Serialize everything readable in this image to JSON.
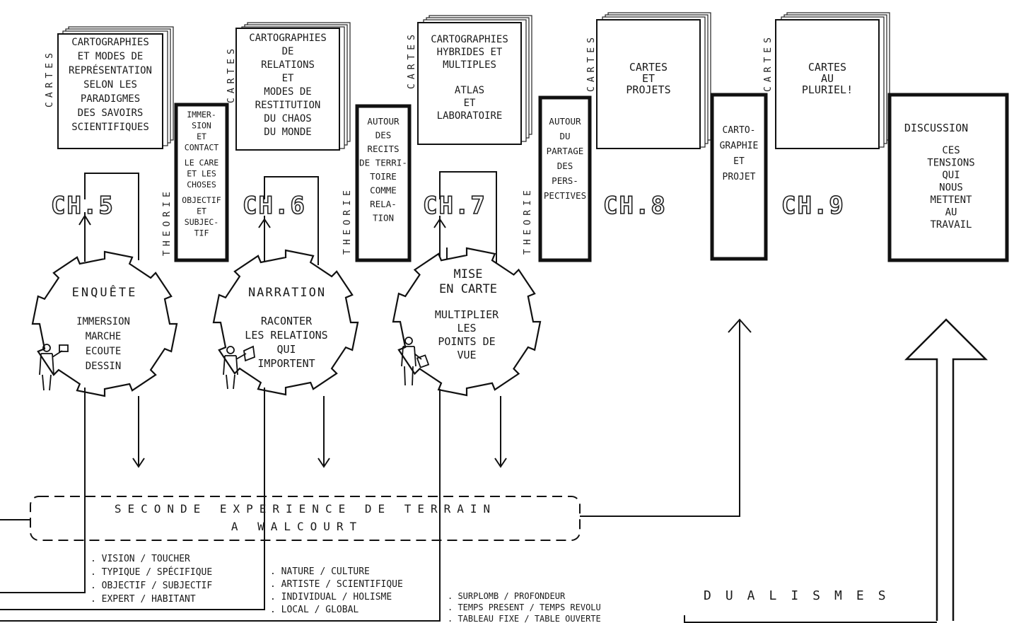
{
  "cartes_label": "CARTES",
  "theorie_label": "THEORIE",
  "chapters": [
    {
      "id": "ch5",
      "label": "CH.5",
      "card_lines": [
        "CARTOGRAPHIES",
        "ET MODES DE",
        "REPRÉSENTATION",
        "SELON LES",
        "PARADIGMES",
        "DES SAVOIRS",
        "SCIENTIFIQUES"
      ]
    },
    {
      "id": "ch6",
      "label": "CH.6",
      "card_lines": [
        "CARTOGRAPHIES",
        "DE",
        "RELATIONS",
        "ET",
        "MODES DE",
        "RESTITUTION",
        "DU CHAOS",
        "DU MONDE"
      ]
    },
    {
      "id": "ch7",
      "label": "CH.7",
      "card_lines": [
        "CARTOGRAPHIES",
        "HYBRIDES ET",
        "MULTIPLES",
        "",
        "ATLAS",
        "ET",
        "LABORATOIRE"
      ]
    },
    {
      "id": "ch8",
      "label": "CH.8",
      "card_lines": [
        "CARTES",
        "ET",
        "PROJETS"
      ]
    },
    {
      "id": "ch9",
      "label": "CH.9",
      "card_lines": [
        "CARTES",
        "AU",
        "PLURIEL!"
      ]
    }
  ],
  "theory_boxes": [
    {
      "lines": [
        "IMMER-",
        "SION",
        "ET",
        "CONTACT",
        "",
        "LE CARE",
        "ET LES",
        "CHOSES",
        "",
        "OBJECTIF",
        "ET",
        "SUBJEC-",
        "TIF"
      ]
    },
    {
      "lines": [
        "AUTOUR",
        "DES",
        "RECITS",
        "DE TERRI-",
        "TOIRE",
        "COMME",
        "RELA-",
        "TION"
      ]
    },
    {
      "lines": [
        "AUTOUR",
        "DU",
        "PARTAGE",
        "DES",
        "PERS-",
        "PECTIVES"
      ]
    },
    {
      "lines": [
        "CARTO-",
        "GRAPHIE",
        "ET",
        "PROJET"
      ]
    }
  ],
  "discussion": {
    "title": "DISCUSSION",
    "lines": [
      "CES",
      "TENSIONS",
      "QUI",
      "NOUS",
      "METTENT",
      "AU",
      "TRAVAIL"
    ]
  },
  "gears": [
    {
      "title": "ENQUÊTE",
      "lines": [
        "IMMERSION",
        "MARCHE",
        "ECOUTE",
        "DESSIN"
      ]
    },
    {
      "title": "NARRATION",
      "lines": [
        "RACONTER",
        "LES RELATIONS",
        "QUI",
        "IMPORTENT"
      ]
    },
    {
      "title": "MISE\nEN CARTE",
      "lines": [
        "MULTIPLIER",
        "LES",
        "POINTS DE",
        "VUE"
      ]
    }
  ],
  "field_box": {
    "line1": "SECONDE EXPERIENCE DE TERRAIN",
    "line2": "A WALCOURT"
  },
  "dualism_groups": [
    [
      "VISION / TOUCHER",
      "TYPIQUE / SPÉCIFIQUE",
      "OBJECTIF / SUBJECTIF",
      "EXPERT / HABITANT"
    ],
    [
      "NATURE / CULTURE",
      "ARTISTE / SCIENTIFIQUE",
      "INDIVIDUAL / HOLISME",
      "LOCAL / GLOBAL"
    ],
    [
      "SURPLOMB / PROFONDEUR",
      "TEMPS PRESENT / TEMPS REVOLU",
      "TABLEAU FIXE / TABLE OUVERTE"
    ]
  ],
  "dualismes_label": "DUALISMES"
}
